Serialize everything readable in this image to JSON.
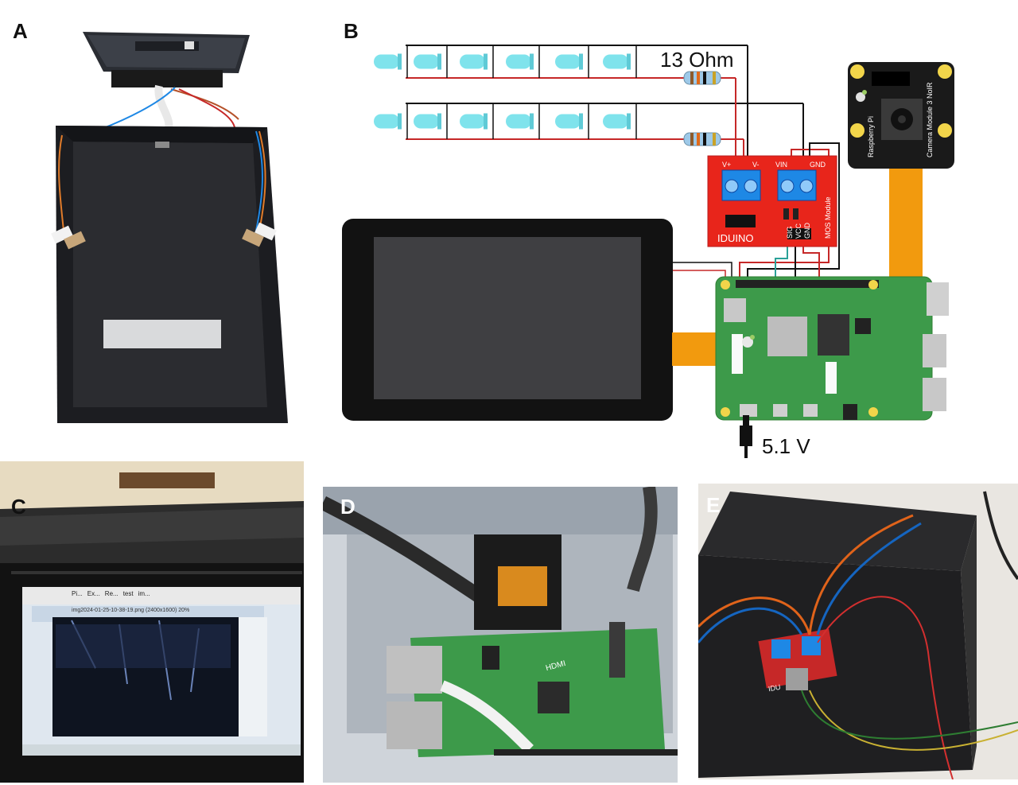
{
  "panels": {
    "a": {
      "label": "A"
    },
    "b": {
      "label": "B",
      "resistor_label": "13 Ohm",
      "driver_brand": "IDUINO",
      "driver_vplus": "V+",
      "driver_vminus": "V-",
      "driver_vin": "VIN",
      "driver_gnd": "GND",
      "driver_module_text": "MOS Module",
      "driver_pin_labels": [
        "SIG",
        "VCC",
        "GND"
      ],
      "camera_brand": "Raspberry Pi",
      "camera_name": "Camera Module 3 NoIR",
      "power_label": "5.1 V"
    },
    "c": {
      "label": "C",
      "screen_title": "img2024-01-25-10-38-19.png (2400x1600) 20%",
      "taskbar_items": [
        "Pi...",
        "Ex...",
        "Re...",
        "test",
        "im..."
      ]
    },
    "d": {
      "label": "D",
      "board_text": "HDMI"
    },
    "e": {
      "label": "E",
      "module_text": "IDU"
    }
  },
  "colors": {
    "led": "#7fe3ec",
    "wire_red": "#c62828",
    "wire_black": "#111111",
    "driver_board": "#e8251b",
    "terminal_blue": "#1e88e5",
    "ribbon_orange": "#f29a0e",
    "pi_green": "#3d9a4a",
    "camera_black": "#1a1a1a",
    "pad_yellow": "#f2d54a"
  },
  "icons": [
    "raspberry-logo-icon",
    "resistor-icon",
    "led-icon"
  ]
}
